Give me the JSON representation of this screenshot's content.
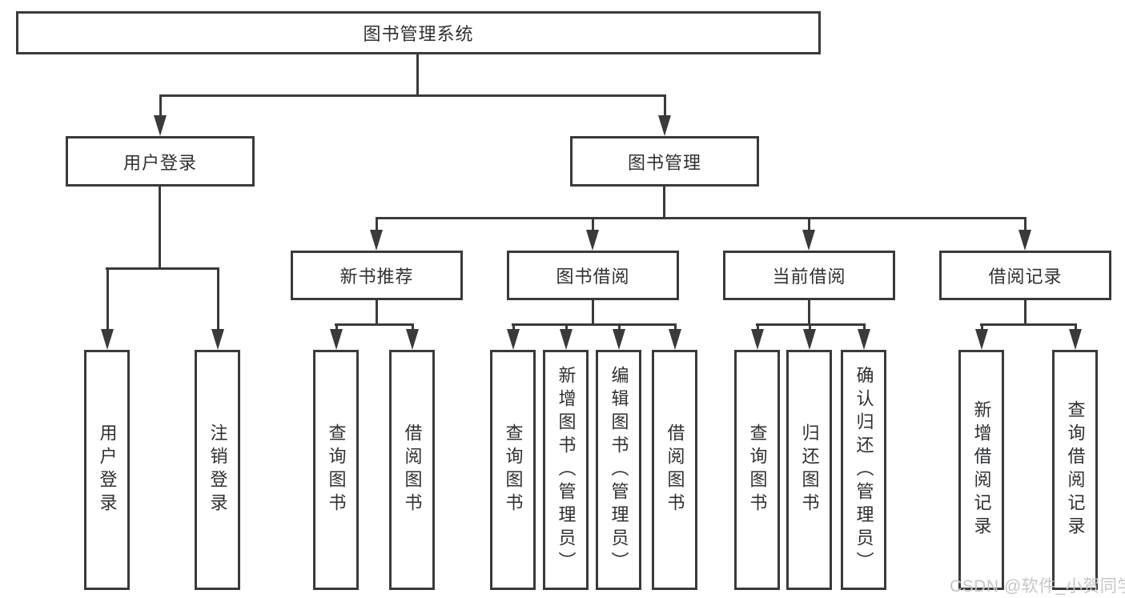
{
  "colors": {
    "line": "#3a3a3a",
    "text": "#2e3033",
    "box_background": "#ffffff",
    "watermark": "#c6c6c6",
    "background": "#ffffff"
  },
  "tree": {
    "root": {
      "label": "图书管理系统"
    },
    "branches": [
      {
        "label": "用户登录",
        "children": [
          {
            "label": "用户登录"
          },
          {
            "label": "注销登录"
          }
        ]
      },
      {
        "label": "图书管理",
        "children": [
          {
            "label": "新书推荐",
            "children": [
              {
                "label": "查询图书"
              },
              {
                "label": "借阅图书"
              }
            ]
          },
          {
            "label": "图书借阅",
            "children": [
              {
                "label": "查询图书"
              },
              {
                "label": "新增图书（管理员）"
              },
              {
                "label": "编辑图书（管理员）"
              },
              {
                "label": "借阅图书"
              }
            ]
          },
          {
            "label": "当前借阅",
            "children": [
              {
                "label": "查询图书"
              },
              {
                "label": "归还图书"
              },
              {
                "label": "确认归还（管理员）"
              }
            ]
          },
          {
            "label": "借阅记录",
            "children": [
              {
                "label": "新增借阅记录"
              },
              {
                "label": "查询借阅记录"
              }
            ]
          }
        ]
      }
    ]
  },
  "watermark": {
    "text": "CSDN @软件_小贺同学"
  }
}
